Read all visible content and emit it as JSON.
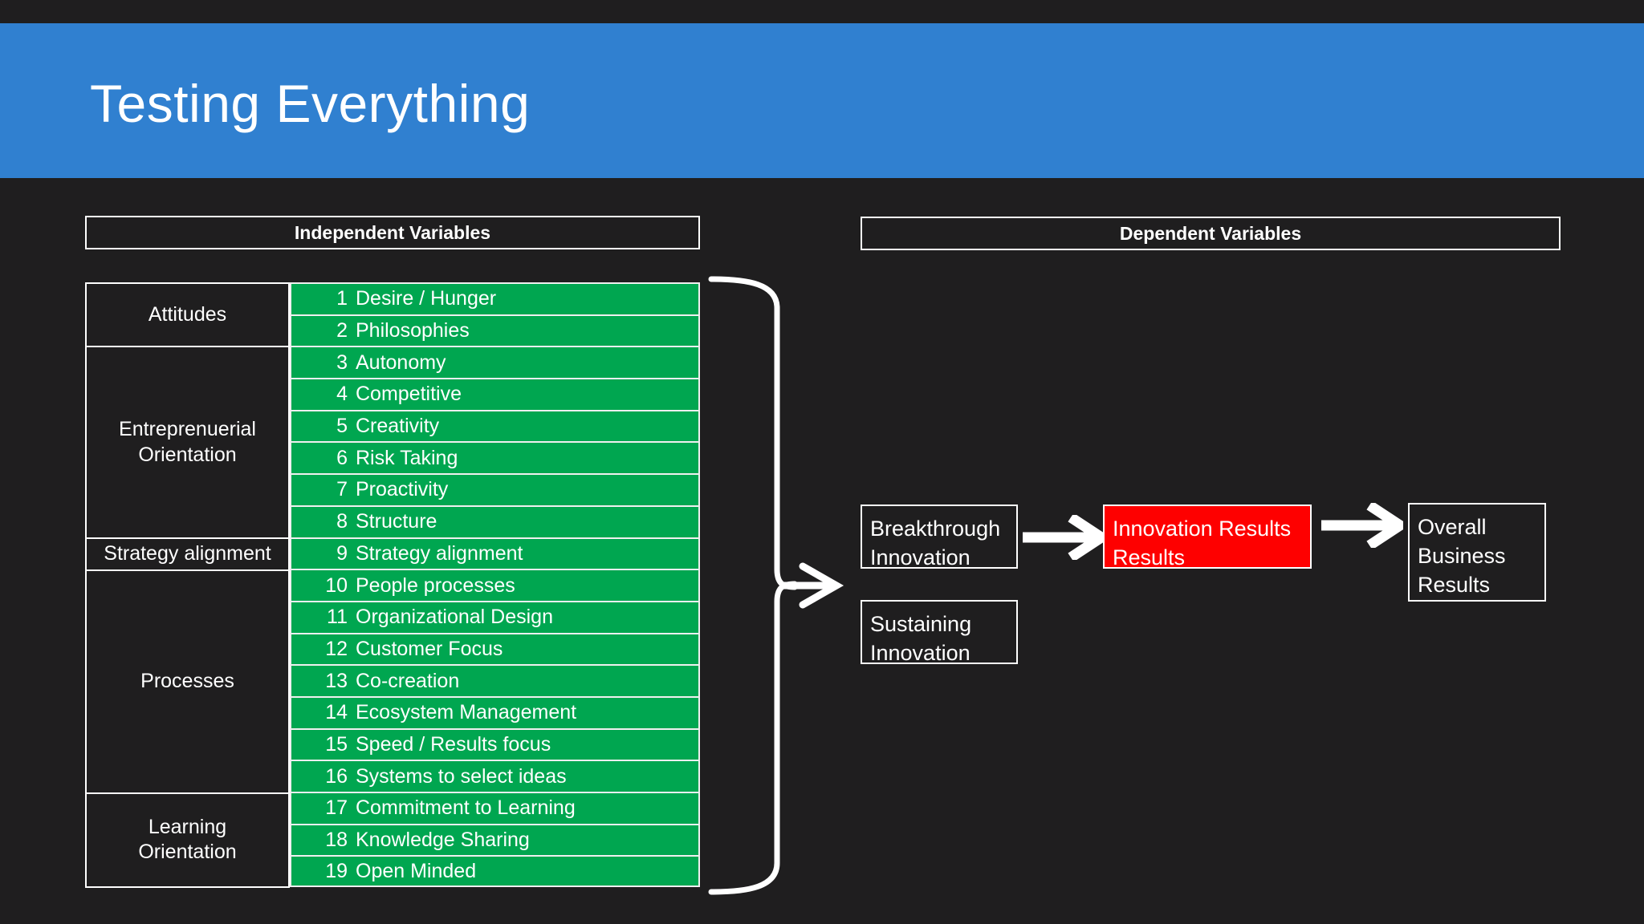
{
  "slide": {
    "title": "Testing Everything",
    "background_color": "#1f1e1f",
    "banner_color": "#3080d0",
    "accent_green": "#00a650",
    "accent_red": "#fe0000"
  },
  "headers": {
    "independent": "Independent Variables",
    "dependent": "Dependent Variables"
  },
  "independent_variables": {
    "categories": [
      {
        "label": "Attitudes",
        "span": 2
      },
      {
        "label": "Entreprenuerial\nOrientation",
        "span": 6
      },
      {
        "label": "Strategy alignment",
        "span": 1
      },
      {
        "label": "Processes",
        "span": 7
      },
      {
        "label": "Learning\nOrientation",
        "span": 3
      }
    ],
    "rows": [
      {
        "num": "1",
        "label": "Desire / Hunger"
      },
      {
        "num": "2",
        "label": "Philosophies"
      },
      {
        "num": "3",
        "label": "Autonomy"
      },
      {
        "num": "4",
        "label": "Competitive"
      },
      {
        "num": "5",
        "label": "Creativity"
      },
      {
        "num": "6",
        "label": "Risk Taking"
      },
      {
        "num": "7",
        "label": "Proactivity"
      },
      {
        "num": "8",
        "label": "Structure"
      },
      {
        "num": "9",
        "label": "Strategy alignment"
      },
      {
        "num": "10",
        "label": "People processes"
      },
      {
        "num": "11",
        "label": "Organizational Design"
      },
      {
        "num": "12",
        "label": "Customer Focus"
      },
      {
        "num": "13",
        "label": "Co-creation"
      },
      {
        "num": "14",
        "label": "Ecosystem Management"
      },
      {
        "num": "15",
        "label": "Speed / Results focus"
      },
      {
        "num": "16",
        "label": "Systems to select ideas"
      },
      {
        "num": "17",
        "label": "Commitment to Learning"
      },
      {
        "num": "18",
        "label": "Knowledge Sharing"
      },
      {
        "num": "19",
        "label": "Open Minded"
      }
    ]
  },
  "dependent_variables": {
    "breakthrough": "Breakthrough\nInnovation",
    "sustaining": "Sustaining\nInnovation",
    "innovation_results": "Innovation Results\nResults",
    "overall_results": "Overall\nBusiness\nResults"
  },
  "connectors": {
    "bracket": "right-bracket-with-arrow",
    "arrow_1": "arrow-right-icon",
    "arrow_2": "arrow-right-icon"
  }
}
